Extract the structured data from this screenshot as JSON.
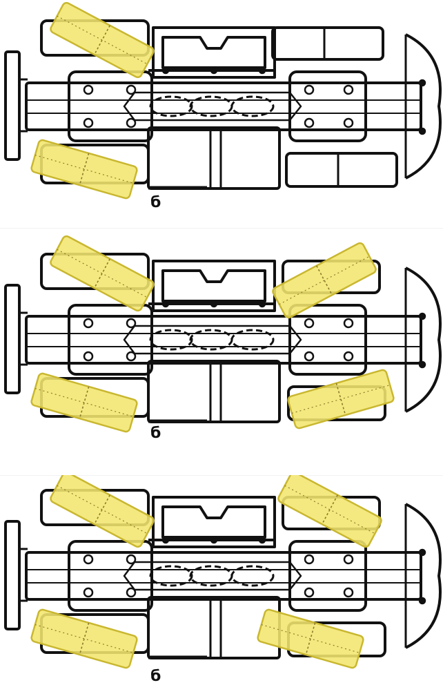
{
  "diagram": {
    "colors": {
      "line": "#111111",
      "wheel_fill": "#f3e66e",
      "wheel_stroke": "#c9b730",
      "background": "#ffffff"
    },
    "panels": [
      {
        "id": "front-steer",
        "label": "б",
        "rear_wheels_turned": false,
        "rear_variant": "pods"
      },
      {
        "id": "all-wheel-steer",
        "label": "б",
        "rear_wheels_turned": true,
        "rear_direction": "opposite"
      },
      {
        "id": "crab-steer",
        "label": "б",
        "rear_wheels_turned": true,
        "rear_direction": "same"
      }
    ]
  }
}
